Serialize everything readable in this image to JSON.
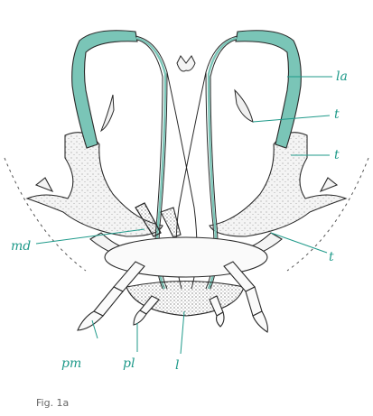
{
  "colors": {
    "accent": "#7ac5b7",
    "leader": "#1f9a8a",
    "ink": "#2a2a2a"
  },
  "labels": {
    "la": "la",
    "t_upper": "t",
    "t_middle": "t",
    "t_lower": "t",
    "md": "md",
    "pm": "pm",
    "pl": "pl",
    "l": "l"
  },
  "caption": "Fig. 1a"
}
